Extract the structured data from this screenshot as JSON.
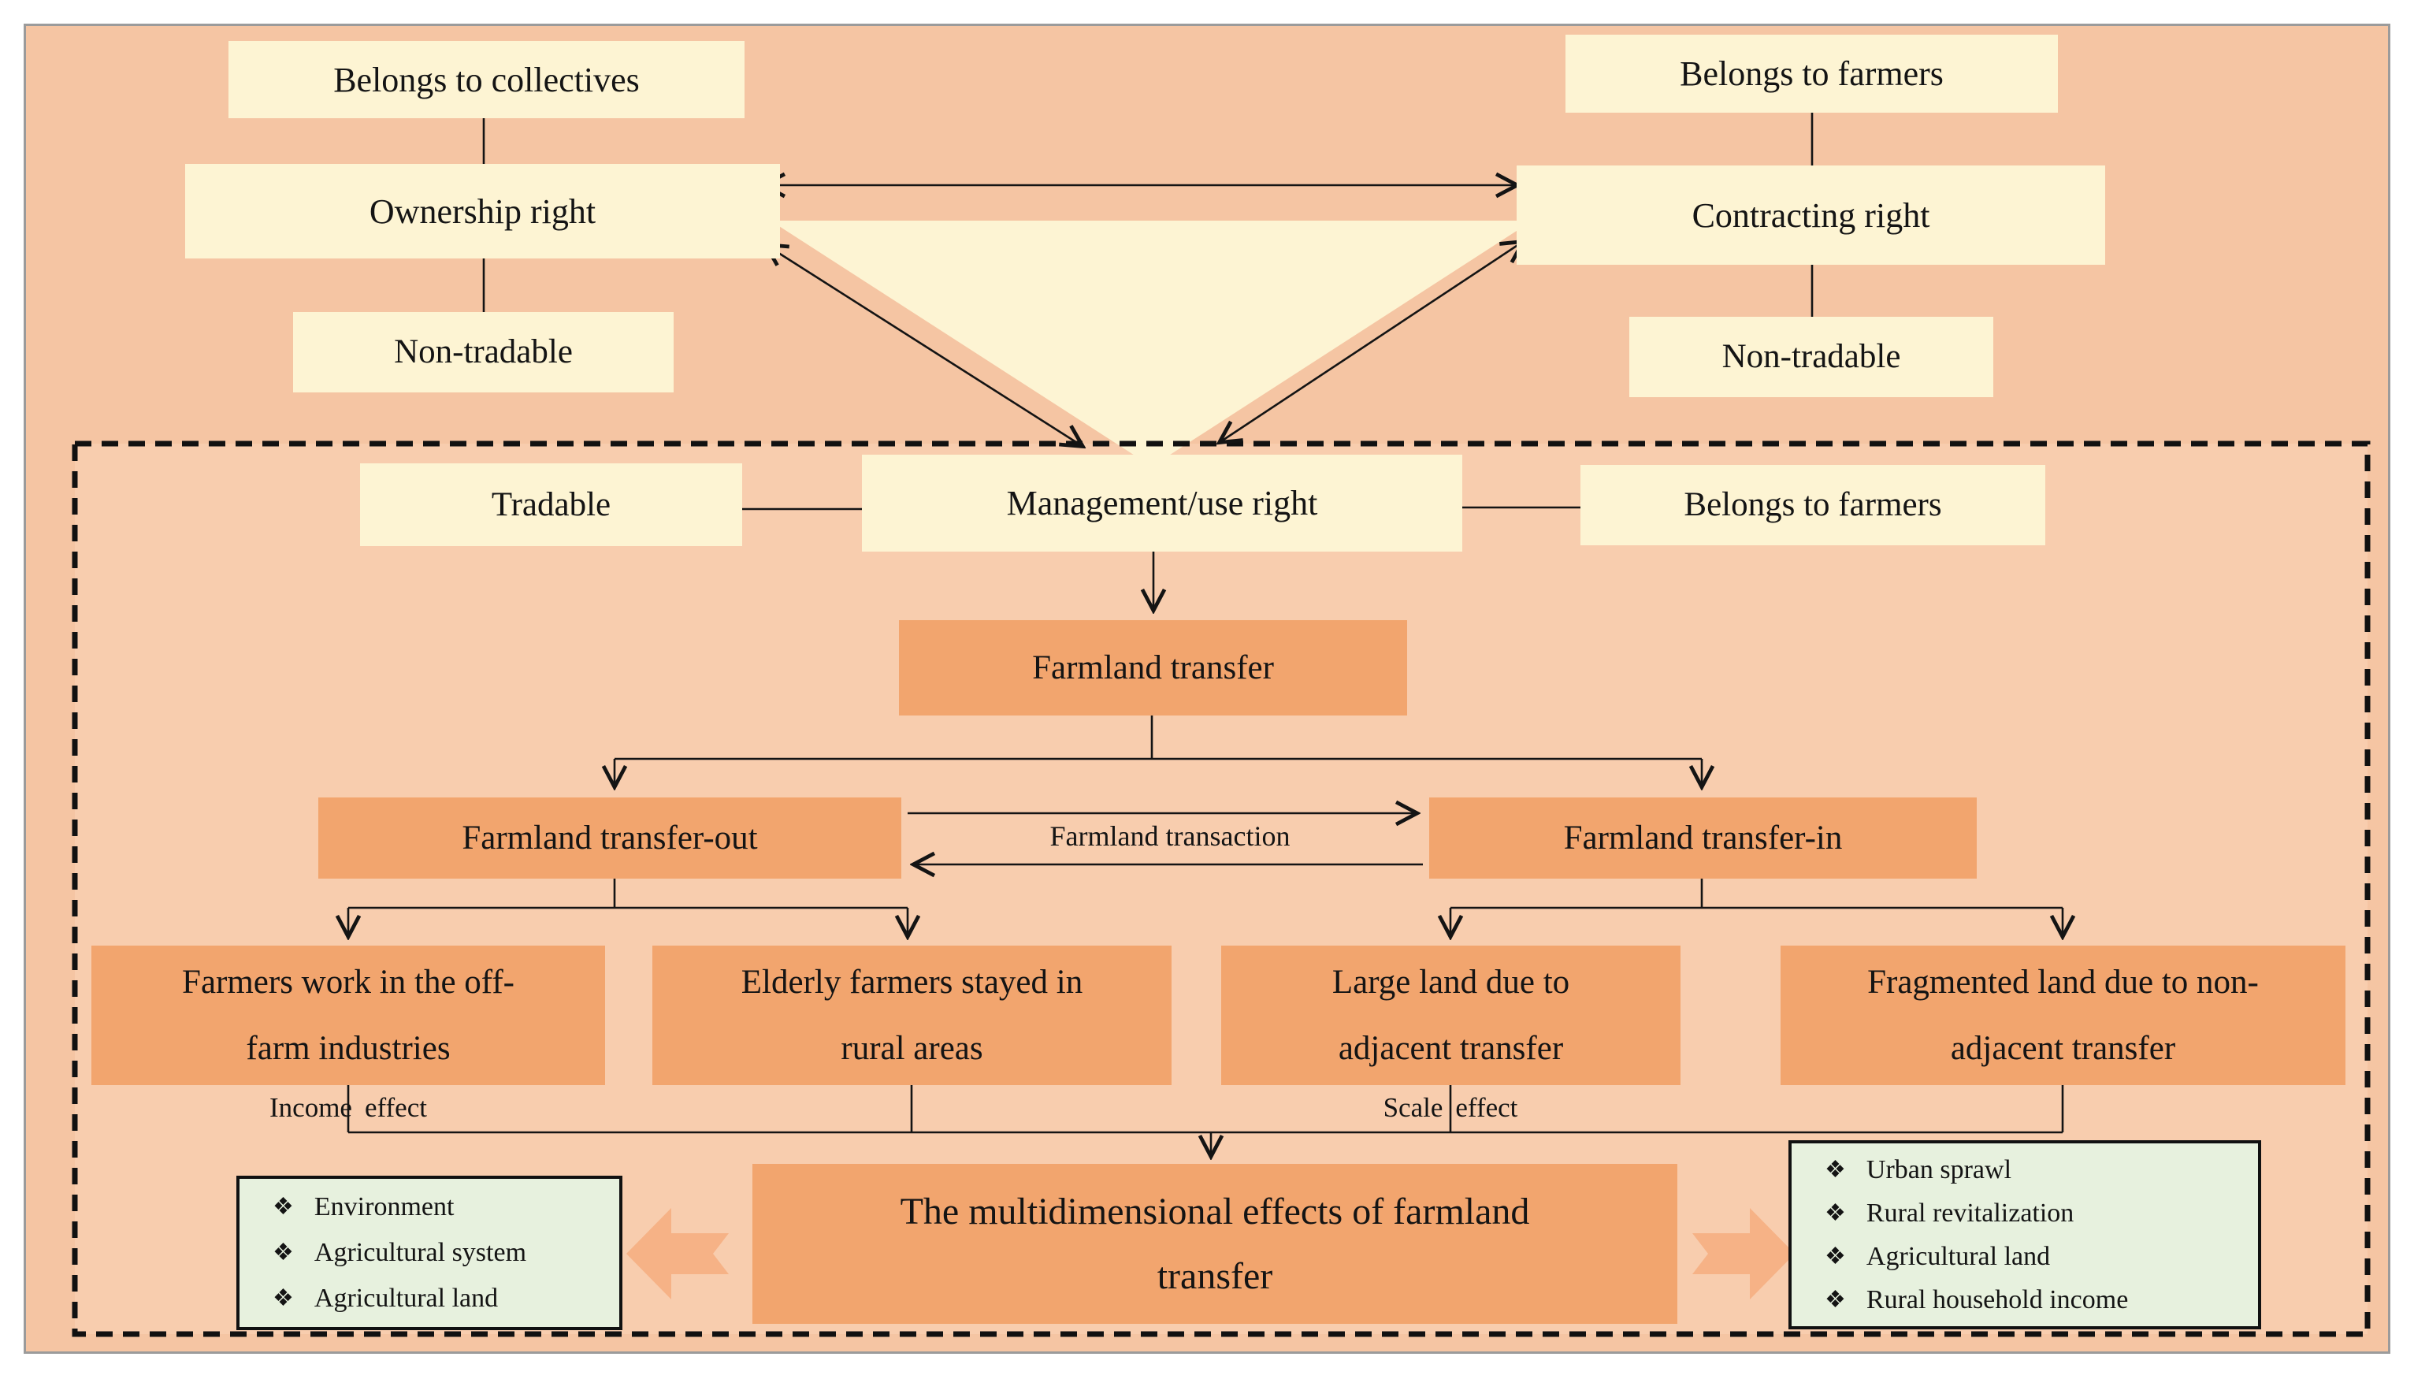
{
  "colors": {
    "page_background": "#ffffff",
    "panel_background": "#f5c5a3",
    "inner_zone_background": "#f8cdae",
    "cream_box": "#fdf4d3",
    "orange_box": "#f2a56e",
    "green_box": "#e7f1de",
    "block_arrow": "#f6b286",
    "line": "#141414",
    "panel_border": "#9b9b9b"
  },
  "nodes": {
    "belongs_collectives": "Belongs to collectives",
    "ownership_right": "Ownership right",
    "non_tradable_left": "Non-tradable",
    "belongs_farmers_top": "Belongs to farmers",
    "contracting_right": "Contracting right",
    "non_tradable_right": "Non-tradable",
    "tradable": "Tradable",
    "management_use_right": "Management/use right",
    "belongs_farmers_mid": "Belongs to farmers",
    "farmland_transfer": "Farmland transfer",
    "farmland_transfer_out": "Farmland transfer-out",
    "farmland_transaction": "Farmland transaction",
    "farmland_transfer_in": "Farmland transfer-in",
    "farmers_off_farm": {
      "line1": "Farmers work in the off-",
      "line2": "farm industries"
    },
    "elderly_farmers": {
      "line1": "Elderly farmers stayed in",
      "line2": "rural areas"
    },
    "large_land": {
      "line1": "Large land due to",
      "line2": "adjacent transfer"
    },
    "fragmented_land": {
      "line1": "Fragmented land due to non-",
      "line2": "adjacent transfer"
    },
    "multidimensional": {
      "line1": "The multidimensional effects of farmland",
      "line2": "transfer"
    }
  },
  "edge_labels": {
    "income_effect": {
      "word1": "Income",
      "word2": "effect"
    },
    "scale_effect": {
      "word1": "Scale",
      "word2": "effect"
    }
  },
  "effects_left": {
    "items": [
      "Environment",
      "Agricultural system",
      "Agricultural land"
    ]
  },
  "effects_right": {
    "items": [
      "Urban sprawl",
      "Rural revitalization",
      "Agricultural land",
      "Rural household income"
    ]
  },
  "icons": {
    "diamond_bullet": "❖"
  }
}
